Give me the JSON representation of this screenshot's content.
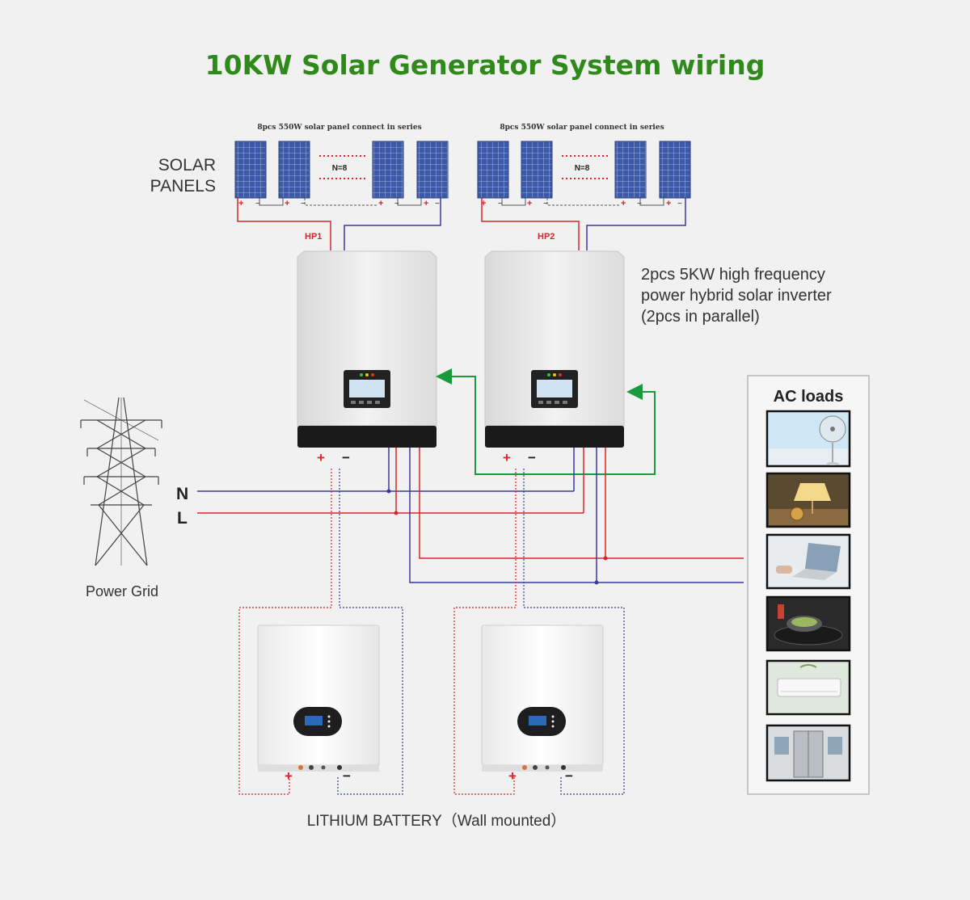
{
  "title": "10KW Solar Generator System wiring",
  "solar": {
    "label_line1": "SOLAR",
    "label_line2": "PANELS",
    "string1_caption": "8pcs 550W solar panel connect in series",
    "string2_caption": "8pcs 550W solar panel connect in series",
    "count_label": "N=8",
    "plus": "+",
    "minus": "−"
  },
  "inverter": {
    "hp1": "HP1",
    "hp2": "HP2",
    "description": [
      "2pcs 5KW high frequency",
      "power hybrid solar inverter",
      "(2pcs in parallel)"
    ],
    "plus": "+",
    "minus": "−"
  },
  "grid": {
    "n_label": "N",
    "l_label": "L",
    "label": "Power Grid"
  },
  "loads": {
    "title": "AC loads",
    "items": [
      "fan-icon",
      "lamp-icon",
      "laptop-icon",
      "cooktop-icon",
      "air-conditioner-icon",
      "refrigerator-icon"
    ]
  },
  "battery": {
    "label": "LITHIUM BATTERY（Wall mounted）",
    "plus": "+",
    "minus": "−"
  },
  "colors": {
    "title": "#2f8a1b",
    "positive": "#d9252b",
    "negative": "#3a3a9a",
    "parallel_link": "#1a9a3a"
  }
}
